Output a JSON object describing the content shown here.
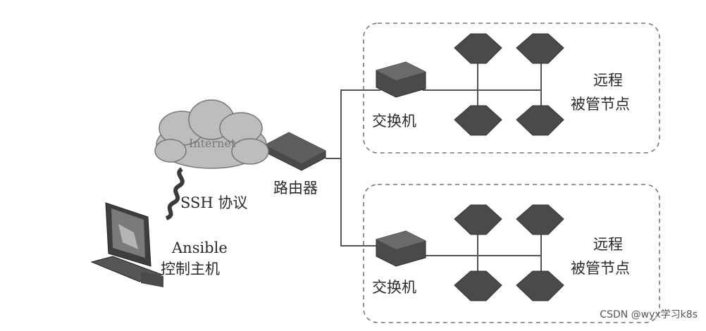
{
  "labels": {
    "internet": "Internet",
    "ssh": "SSH 协议",
    "router": "路由器",
    "control_line1": "Ansible",
    "control_line2": "控制主机",
    "group_top": {
      "switch": "交换机",
      "line1": "远程",
      "line2": "被管节点"
    },
    "group_bottom": {
      "switch": "交换机",
      "line1": "远程",
      "line2": "被管节点"
    }
  },
  "watermark": "CSDN @wyx学习k8s",
  "colors": {
    "device_fill": "#4a4a4a",
    "line": "#555555",
    "dashed_border": "#777777"
  }
}
